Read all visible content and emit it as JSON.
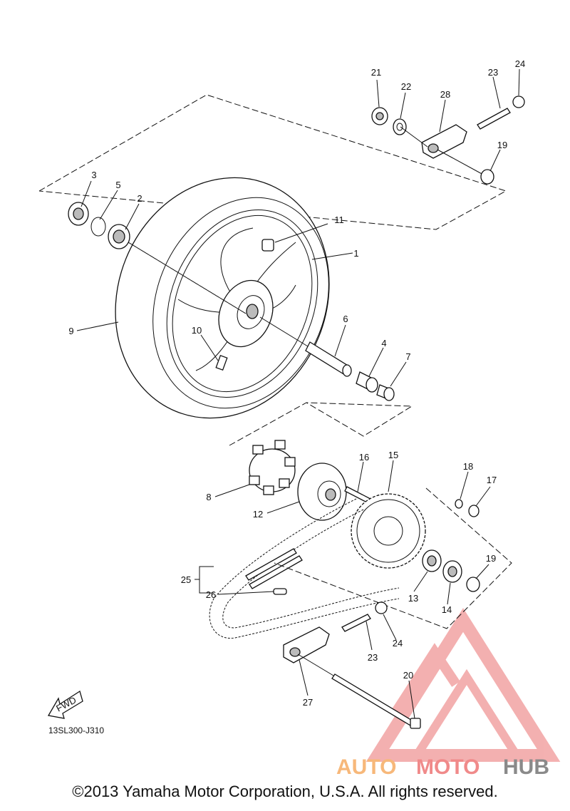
{
  "diagram": {
    "reference_code": "13SL300-J310",
    "fwd_label": "FWD",
    "copyright": "©2013 Yamaha Motor Corporation, U.S.A. All rights reserved.",
    "watermark": {
      "brand_a": "AUTO",
      "brand_b": "MOTO",
      "brand_c": "HUB",
      "colors": {
        "triangle": "#f2a3a3",
        "auto": "#f7b87a",
        "moto": "#f08a8a",
        "hub": "#8a8a8a"
      }
    },
    "callouts": {
      "p1": "1",
      "p2": "2",
      "p3": "3",
      "p4": "4",
      "p5": "5",
      "p6": "6",
      "p7": "7",
      "p8": "8",
      "p9": "9",
      "p10": "10",
      "p11": "11",
      "p12": "12",
      "p13": "13",
      "p14": "14",
      "p15": "15",
      "p16": "16",
      "p17": "17",
      "p18": "18",
      "p19a": "19",
      "p19b": "19",
      "p20": "20",
      "p21": "21",
      "p22": "22",
      "p23a": "23",
      "p23b": "23",
      "p24a": "24",
      "p24b": "24",
      "p25": "25",
      "p26": "26",
      "p27": "27",
      "p28": "28"
    }
  }
}
